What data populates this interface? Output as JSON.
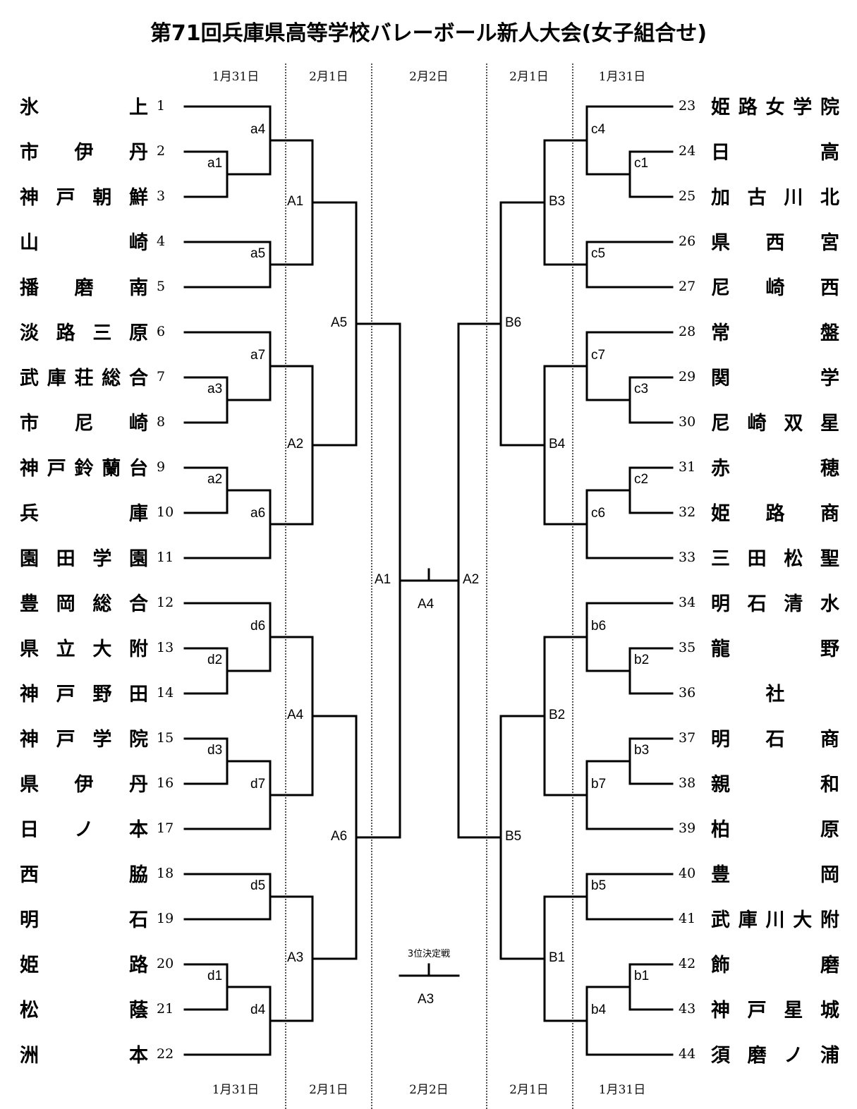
{
  "title": "第71回兵庫県高等学校バレーボール新人大会(女子組合せ)",
  "dates_top": [
    "1月31日",
    "2月1日",
    "2月2日",
    "2月1日",
    "1月31日"
  ],
  "dates_bottom": [
    "1月31日",
    "2月1日",
    "2月2日",
    "2月1日",
    "1月31日"
  ],
  "left_teams": [
    {
      "seed": "1",
      "name": [
        "氷",
        "上"
      ]
    },
    {
      "seed": "2",
      "name": [
        "市",
        "伊",
        "丹"
      ]
    },
    {
      "seed": "3",
      "name": [
        "神",
        "戸",
        "朝",
        "鮮"
      ]
    },
    {
      "seed": "4",
      "name": [
        "山",
        "崎"
      ]
    },
    {
      "seed": "5",
      "name": [
        "播",
        "磨",
        "南"
      ]
    },
    {
      "seed": "6",
      "name": [
        "淡",
        "路",
        "三",
        "原"
      ]
    },
    {
      "seed": "7",
      "name": [
        "武",
        "庫",
        "荘",
        "総",
        "合"
      ]
    },
    {
      "seed": "8",
      "name": [
        "市",
        "尼",
        "崎"
      ]
    },
    {
      "seed": "9",
      "name": [
        "神",
        "戸",
        "鈴",
        "蘭",
        "台"
      ]
    },
    {
      "seed": "10",
      "name": [
        "兵",
        "庫"
      ]
    },
    {
      "seed": "11",
      "name": [
        "園",
        "田",
        "学",
        "園"
      ]
    },
    {
      "seed": "12",
      "name": [
        "豊",
        "岡",
        "総",
        "合"
      ]
    },
    {
      "seed": "13",
      "name": [
        "県",
        "立",
        "大",
        "附"
      ]
    },
    {
      "seed": "14",
      "name": [
        "神",
        "戸",
        "野",
        "田"
      ]
    },
    {
      "seed": "15",
      "name": [
        "神",
        "戸",
        "学",
        "院"
      ]
    },
    {
      "seed": "16",
      "name": [
        "県",
        "伊",
        "丹"
      ]
    },
    {
      "seed": "17",
      "name": [
        "日",
        "ノ",
        "本"
      ]
    },
    {
      "seed": "18",
      "name": [
        "西",
        "脇"
      ]
    },
    {
      "seed": "19",
      "name": [
        "明",
        "石"
      ]
    },
    {
      "seed": "20",
      "name": [
        "姫",
        "路"
      ]
    },
    {
      "seed": "21",
      "name": [
        "松",
        "蔭"
      ]
    },
    {
      "seed": "22",
      "name": [
        "洲",
        "本"
      ]
    }
  ],
  "right_teams": [
    {
      "seed": "23",
      "name": [
        "姫",
        "路",
        "女",
        "学",
        "院"
      ]
    },
    {
      "seed": "24",
      "name": [
        "日",
        "高"
      ]
    },
    {
      "seed": "25",
      "name": [
        "加",
        "古",
        "川",
        "北"
      ]
    },
    {
      "seed": "26",
      "name": [
        "県",
        "西",
        "宮"
      ]
    },
    {
      "seed": "27",
      "name": [
        "尼",
        "崎",
        "西"
      ]
    },
    {
      "seed": "28",
      "name": [
        "常",
        "盤"
      ]
    },
    {
      "seed": "29",
      "name": [
        "関",
        "学"
      ]
    },
    {
      "seed": "30",
      "name": [
        "尼",
        "崎",
        "双",
        "星"
      ]
    },
    {
      "seed": "31",
      "name": [
        "赤",
        "穂"
      ]
    },
    {
      "seed": "32",
      "name": [
        "姫",
        "路",
        "商"
      ]
    },
    {
      "seed": "33",
      "name": [
        "三",
        "田",
        "松",
        "聖"
      ]
    },
    {
      "seed": "34",
      "name": [
        "明",
        "石",
        "清",
        "水"
      ]
    },
    {
      "seed": "35",
      "name": [
        "龍",
        "野"
      ]
    },
    {
      "seed": "36",
      "name": [
        "社"
      ]
    },
    {
      "seed": "37",
      "name": [
        "明",
        "石",
        "商"
      ]
    },
    {
      "seed": "38",
      "name": [
        "親",
        "和"
      ]
    },
    {
      "seed": "39",
      "name": [
        "柏",
        "原"
      ]
    },
    {
      "seed": "40",
      "name": [
        "豊",
        "岡"
      ]
    },
    {
      "seed": "41",
      "name": [
        "武",
        "庫",
        "川",
        "大",
        "附"
      ]
    },
    {
      "seed": "42",
      "name": [
        "飾",
        "磨"
      ]
    },
    {
      "seed": "43",
      "name": [
        "神",
        "戸",
        "星",
        "城"
      ]
    },
    {
      "seed": "44",
      "name": [
        "須",
        "磨",
        "ノ",
        "浦"
      ]
    }
  ],
  "left_matches": [
    {
      "id": "a1",
      "a": "t2",
      "b": "t3",
      "level": 0
    },
    {
      "id": "a4",
      "a": "t1",
      "b": "a1",
      "level": 1
    },
    {
      "id": "a5",
      "a": "t4",
      "b": "t5",
      "level": 1
    },
    {
      "id": "a3",
      "a": "t7",
      "b": "t8",
      "level": 0
    },
    {
      "id": "a7",
      "a": "t6",
      "b": "a3",
      "level": 1
    },
    {
      "id": "a2",
      "a": "t9",
      "b": "t10",
      "level": 0
    },
    {
      "id": "a6",
      "a": "a2",
      "b": "t11",
      "level": 1
    },
    {
      "id": "d2",
      "a": "t13",
      "b": "t14",
      "level": 0
    },
    {
      "id": "d6",
      "a": "t12",
      "b": "d2",
      "level": 1
    },
    {
      "id": "d3",
      "a": "t15",
      "b": "t16",
      "level": 0
    },
    {
      "id": "d7",
      "a": "d3",
      "b": "t17",
      "level": 1
    },
    {
      "id": "d5",
      "a": "t18",
      "b": "t19",
      "level": 1
    },
    {
      "id": "d1",
      "a": "t20",
      "b": "t21",
      "level": 0
    },
    {
      "id": "d4",
      "a": "d1",
      "b": "t22",
      "level": 1
    },
    {
      "id": "A1",
      "a": "a4",
      "b": "a5",
      "level": 2
    },
    {
      "id": "A2",
      "a": "a7",
      "b": "a6",
      "level": 2
    },
    {
      "id": "A4",
      "a": "d6",
      "b": "d7",
      "level": 2
    },
    {
      "id": "A3",
      "a": "d5",
      "b": "d4",
      "level": 2
    },
    {
      "id": "A5",
      "a": "A1",
      "b": "A2",
      "level": 3
    },
    {
      "id": "A6",
      "a": "A4",
      "b": "A3",
      "level": 3
    },
    {
      "id": "A1",
      "a": "A5",
      "b": "A6",
      "level": 4,
      "key": "SF-L"
    }
  ],
  "right_matches": [
    {
      "id": "c1",
      "a": "t24",
      "b": "t25",
      "level": 0
    },
    {
      "id": "c4",
      "a": "t23",
      "b": "c1",
      "level": 1
    },
    {
      "id": "c5",
      "a": "t26",
      "b": "t27",
      "level": 1
    },
    {
      "id": "c3",
      "a": "t29",
      "b": "t30",
      "level": 0
    },
    {
      "id": "c7",
      "a": "t28",
      "b": "c3",
      "level": 1
    },
    {
      "id": "c2",
      "a": "t31",
      "b": "t32",
      "level": 0
    },
    {
      "id": "c6",
      "a": "c2",
      "b": "t33",
      "level": 1
    },
    {
      "id": "b2",
      "a": "t35",
      "b": "t36",
      "level": 0
    },
    {
      "id": "b6",
      "a": "t34",
      "b": "b2",
      "level": 1
    },
    {
      "id": "b3",
      "a": "t37",
      "b": "t38",
      "level": 0
    },
    {
      "id": "b7",
      "a": "b3",
      "b": "t39",
      "level": 1
    },
    {
      "id": "b5",
      "a": "t40",
      "b": "t41",
      "level": 1
    },
    {
      "id": "b1",
      "a": "t42",
      "b": "t43",
      "level": 0
    },
    {
      "id": "b4",
      "a": "b1",
      "b": "t44",
      "level": 1
    },
    {
      "id": "B3",
      "a": "c4",
      "b": "c5",
      "level": 2
    },
    {
      "id": "B4",
      "a": "c7",
      "b": "c6",
      "level": 2
    },
    {
      "id": "B2",
      "a": "b6",
      "b": "b7",
      "level": 2
    },
    {
      "id": "B1",
      "a": "b5",
      "b": "b4",
      "level": 2
    },
    {
      "id": "B6",
      "a": "B3",
      "b": "B4",
      "level": 3
    },
    {
      "id": "B5",
      "a": "B2",
      "b": "B1",
      "level": 3
    },
    {
      "id": "A2",
      "a": "B6",
      "b": "B5",
      "level": 4,
      "key": "SF-R"
    }
  ],
  "final": {
    "label": "A4"
  },
  "third_place": {
    "title": "3位決定戦",
    "label": "A3"
  }
}
